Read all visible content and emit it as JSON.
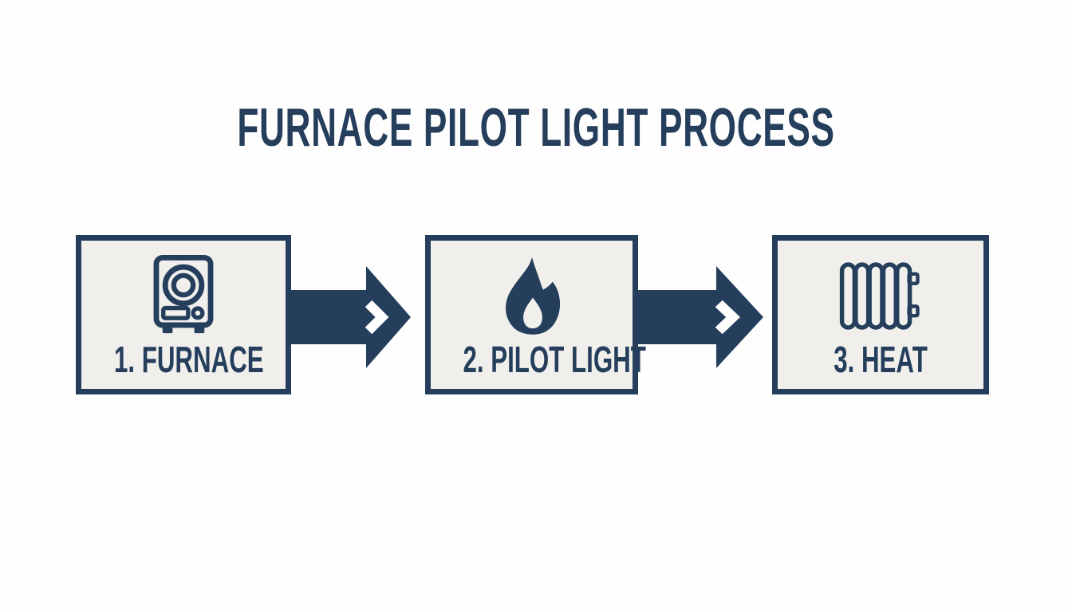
{
  "colors": {
    "navy": "#243e5c",
    "box_fill": "#f0efec",
    "page_background": "#fefefe",
    "chevron_cutout": "#ffffff"
  },
  "title": {
    "text": "FURNACE PILOT LIGHT PROCESS"
  },
  "steps": [
    {
      "label": "1. FURNACE",
      "icon": "furnace-icon"
    },
    {
      "label": "2. PILOT LIGHT",
      "icon": "flame-icon"
    },
    {
      "label": "3. HEAT",
      "icon": "radiator-icon"
    }
  ],
  "arrows": [
    {
      "icon": "flow-arrow-icon",
      "direction": "right"
    },
    {
      "icon": "flow-arrow-icon",
      "direction": "right"
    }
  ]
}
